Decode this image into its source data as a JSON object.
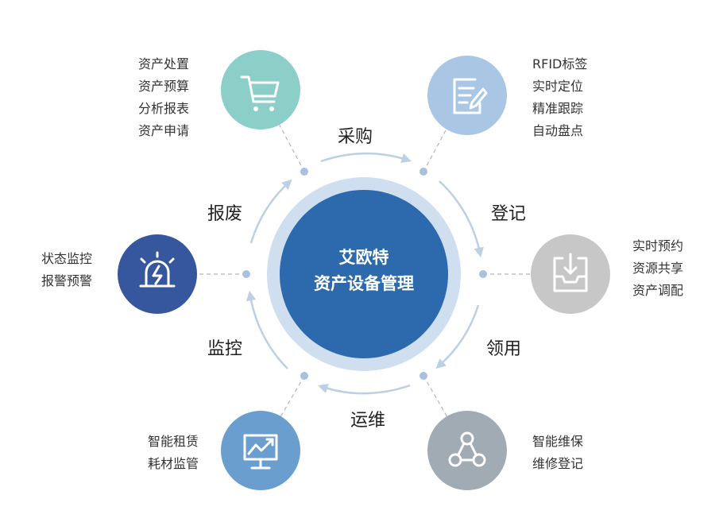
{
  "hub": {
    "line1": "艾欧特",
    "line2": "资产设备管理"
  },
  "stages": {
    "purchase": "采购",
    "register": "登记",
    "use": "领用",
    "maintain": "运维",
    "monitor": "监控",
    "scrap": "报废"
  },
  "nodes": {
    "purchase": {
      "icon": "shopping-cart-icon",
      "color": "#8ccfc8",
      "items": [
        "资产处置",
        "资产预算",
        "分析报表",
        "资产申请"
      ]
    },
    "register": {
      "icon": "edit-document-icon",
      "color": "#a9c6e4",
      "items": [
        "RFID标签",
        "实时定位",
        "精准跟踪",
        "自动盘点"
      ]
    },
    "use": {
      "icon": "inbox-download-icon",
      "color": "#c7c7c7",
      "items": [
        "实时预约",
        "资源共享",
        "资产调配"
      ]
    },
    "maintain": {
      "icon": "share-nodes-icon",
      "color": "#a1abb4",
      "items": [
        "智能维保",
        "维修登记"
      ]
    },
    "monitor": {
      "icon": "chart-monitor-icon",
      "color": "#6a9ecf",
      "items": [
        "智能租赁",
        "耗材监管"
      ]
    },
    "scrap": {
      "icon": "alarm-siren-icon",
      "color": "#36579e",
      "items": [
        "状态监控",
        "报警预警"
      ]
    }
  },
  "colors": {
    "hub": "#2d69ad",
    "hub_ring": "#cfdff0",
    "arrow": "#bcd0e4",
    "dot": "#a8c1dd",
    "dash": "#b5b5b5"
  }
}
